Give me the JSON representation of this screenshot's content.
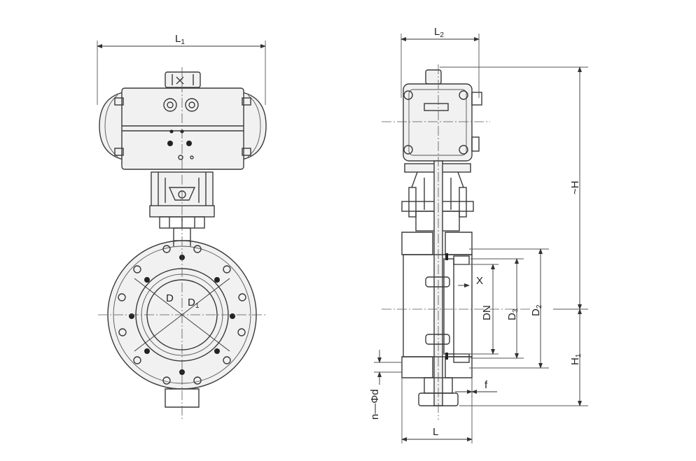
{
  "labels": {
    "front": {
      "L1": {
        "main": "L",
        "sub": "1"
      },
      "D": {
        "main": "D",
        "sub": ""
      },
      "D1": {
        "main": "D",
        "sub": "1"
      }
    },
    "side": {
      "L2": {
        "main": "L",
        "sub": "2"
      },
      "H": {
        "main": "~H",
        "sub": ""
      },
      "H1": {
        "main": "H",
        "sub": "1"
      },
      "X": {
        "main": "X",
        "sub": ""
      },
      "DN": {
        "main": "DN",
        "sub": ""
      },
      "D3": {
        "main": "D",
        "sub": "3"
      },
      "D2": {
        "main": "D",
        "sub": "2"
      },
      "f": {
        "main": "f",
        "sub": ""
      },
      "nd": {
        "main": "n—Φd",
        "sub": ""
      },
      "L": {
        "main": "L",
        "sub": ""
      }
    }
  },
  "colors": {
    "line": "#3a3a3a",
    "fill": "#f1f1f1",
    "hole": "#222222"
  }
}
